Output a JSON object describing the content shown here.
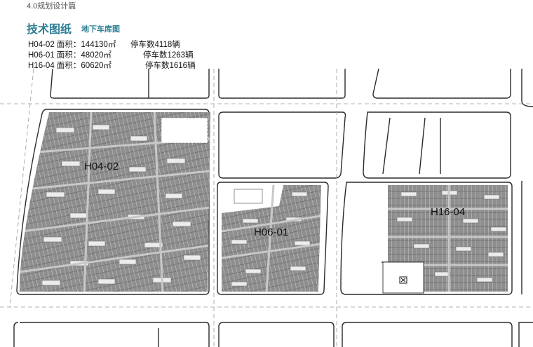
{
  "header": {
    "section": "4.0规划设计篇",
    "title": "技术图纸",
    "subtitle": "地下车库图"
  },
  "areas": [
    {
      "area": "H04-02 面积：144130㎡",
      "parking": "停车数4118辆"
    },
    {
      "area": "H06-01 面积：48020㎡",
      "parking": "停车数1263辆"
    },
    {
      "area": "H16-04 面积：60620㎡",
      "parking": "停车数1616辆"
    }
  ],
  "plan": {
    "labels": [
      "H04-02",
      "H06-01",
      "H16-04"
    ],
    "colors": {
      "lot_fill": "#8e8e8e",
      "building_fill": "#ececec",
      "road_line": "#2b2b2b",
      "title": "#2e7f95"
    }
  }
}
